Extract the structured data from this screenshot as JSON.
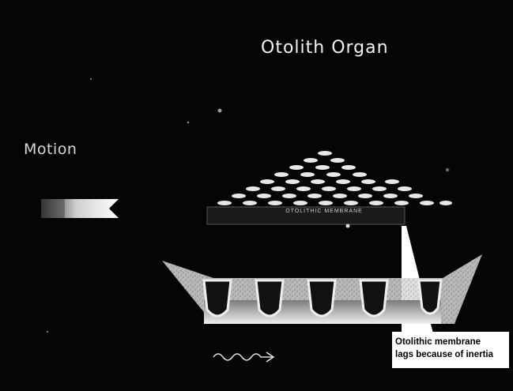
{
  "slide": {
    "title": "Otolith Organ",
    "motion_label": "Motion",
    "membrane_label": "OTOLITHIC MEMBRANE",
    "callout": {
      "line1": "Otolithic membrane",
      "line2": "lags because of inertia"
    }
  },
  "icons": {
    "motion_arrow": "right-pointing-arrow",
    "wavy_arrow": "wavy-arrow-right"
  },
  "colors": {
    "background": "#050505",
    "foreground": "#f2f2f2",
    "callout_bg": "#ffffff",
    "callout_text": "#000000"
  }
}
